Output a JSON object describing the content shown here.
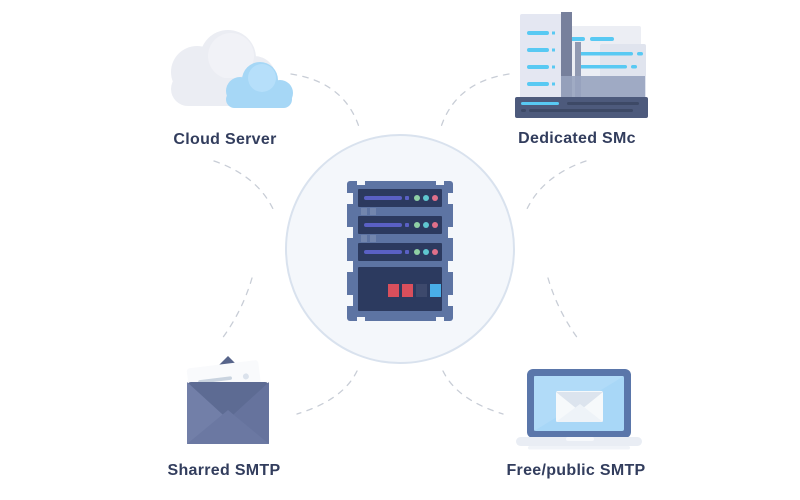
{
  "diagram": {
    "type": "hub-and-spoke",
    "center_node": {
      "icon": "server-rack-icon",
      "panel_leds": [
        "green",
        "teal",
        "rose"
      ],
      "status_squares": [
        "red",
        "red",
        "dark",
        "blue"
      ]
    },
    "nodes": [
      {
        "id": "cloud-server",
        "label": "Cloud Server",
        "icon": "cloud-icon",
        "position": "top-left"
      },
      {
        "id": "dedicated-smc",
        "label": "Dedicated SMc",
        "icon": "server-building-icon",
        "position": "top-right"
      },
      {
        "id": "sharred-smtp",
        "label": "Sharred SMTP",
        "icon": "open-envelope-icon",
        "position": "bottom-left"
      },
      {
        "id": "free-public-smtp",
        "label": "Free/public SMTP",
        "icon": "laptop-mail-icon",
        "position": "bottom-right"
      }
    ],
    "connectors": {
      "style": "dashed-arc",
      "count": 8
    }
  },
  "colors": {
    "background": "#ffffff",
    "label_text": "#323d5d",
    "circle_fill": "#f4f7fb",
    "circle_border": "#d9e2ee",
    "connector": "#c8cdd6",
    "server_frame": "#5d74a3",
    "server_panel": "#2c3a5f",
    "accent_indigo": "#5a60c4",
    "led_green": "#8fd0a5",
    "led_teal": "#5fc6cf",
    "led_rose": "#e0708a",
    "square_red": "#d94f5c",
    "square_dark": "#3d496c",
    "square_blue": "#49aee8",
    "cloud_gray": "#ebedf3",
    "cloud_blue": "#a6d7f6",
    "building_light": "#e4e7f2",
    "building_base": "#4d5a7c",
    "cyan_line": "#58c9f3",
    "envelope_body": "#5d6b93",
    "laptop_screen": "#a8d7f7"
  }
}
